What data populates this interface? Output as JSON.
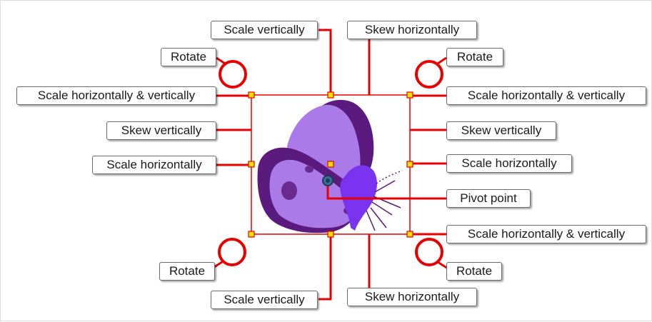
{
  "colors": {
    "callout_line": "#e80000",
    "bounding_box": "#e80000",
    "handle_fill": "#ffe100",
    "handle_stroke": "#e80000",
    "label_border": "#6b6b6b",
    "butterfly_light": "#a97ae8",
    "butterfly_dark": "#5a1a7e",
    "butterfly_body": "#7a34f0"
  },
  "labels": {
    "scale_vertically_top": "Scale vertically",
    "skew_horizontally_top": "Skew horizontally",
    "rotate_top_left": "Rotate",
    "rotate_top_right": "Rotate",
    "scale_hv_top_left": "Scale horizontally & vertically",
    "scale_hv_top_right": "Scale horizontally & vertically",
    "skew_vertically_left": "Skew vertically",
    "skew_vertically_right": "Skew vertically",
    "scale_horizontally_left": "Scale horizontally",
    "scale_horizontally_right": "Scale horizontally",
    "pivot_point": "Pivot point",
    "scale_hv_bottom_right": "Scale horizontally & vertically",
    "rotate_bottom_left": "Rotate",
    "rotate_bottom_right": "Rotate",
    "scale_vertically_bottom": "Scale vertically",
    "skew_horizontally_bottom": "Skew horizontally"
  }
}
